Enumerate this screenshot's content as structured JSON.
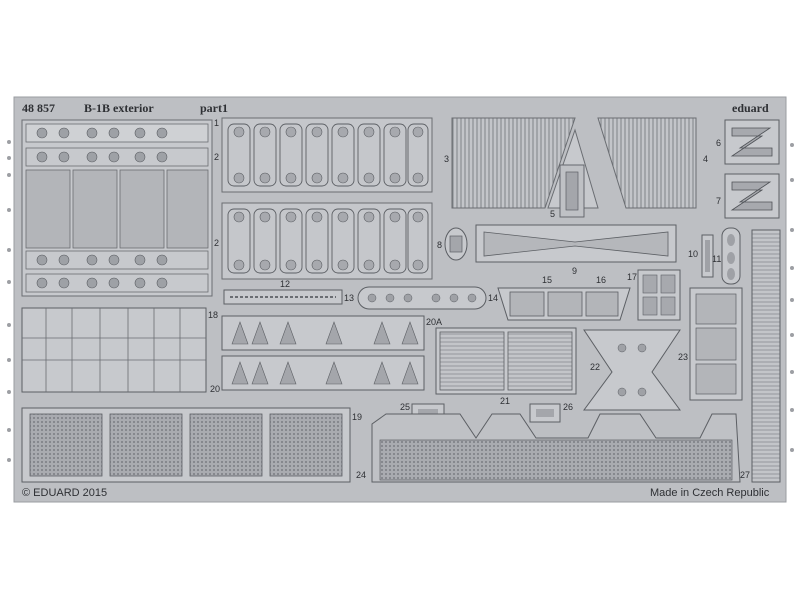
{
  "fret": {
    "code": "48 857",
    "title": "B-1B exterior",
    "part": "part1",
    "brand": "eduard",
    "copyright": "© EDUARD 2015",
    "origin": "Made in Czech Republic"
  },
  "part_numbers": [
    "1",
    "2",
    "2",
    "3",
    "4",
    "5",
    "6",
    "7",
    "8",
    "9",
    "10",
    "11",
    "12",
    "13",
    "14",
    "15",
    "16",
    "17",
    "18",
    "19",
    "20",
    "20A",
    "21",
    "22",
    "23",
    "24",
    "25",
    "26",
    "27"
  ],
  "colors": {
    "metal": "#b9bbbf",
    "metal_light": "#cfd1d4",
    "metal_dark": "#8e9095",
    "line": "#55585d",
    "text": "#2e3034"
  }
}
